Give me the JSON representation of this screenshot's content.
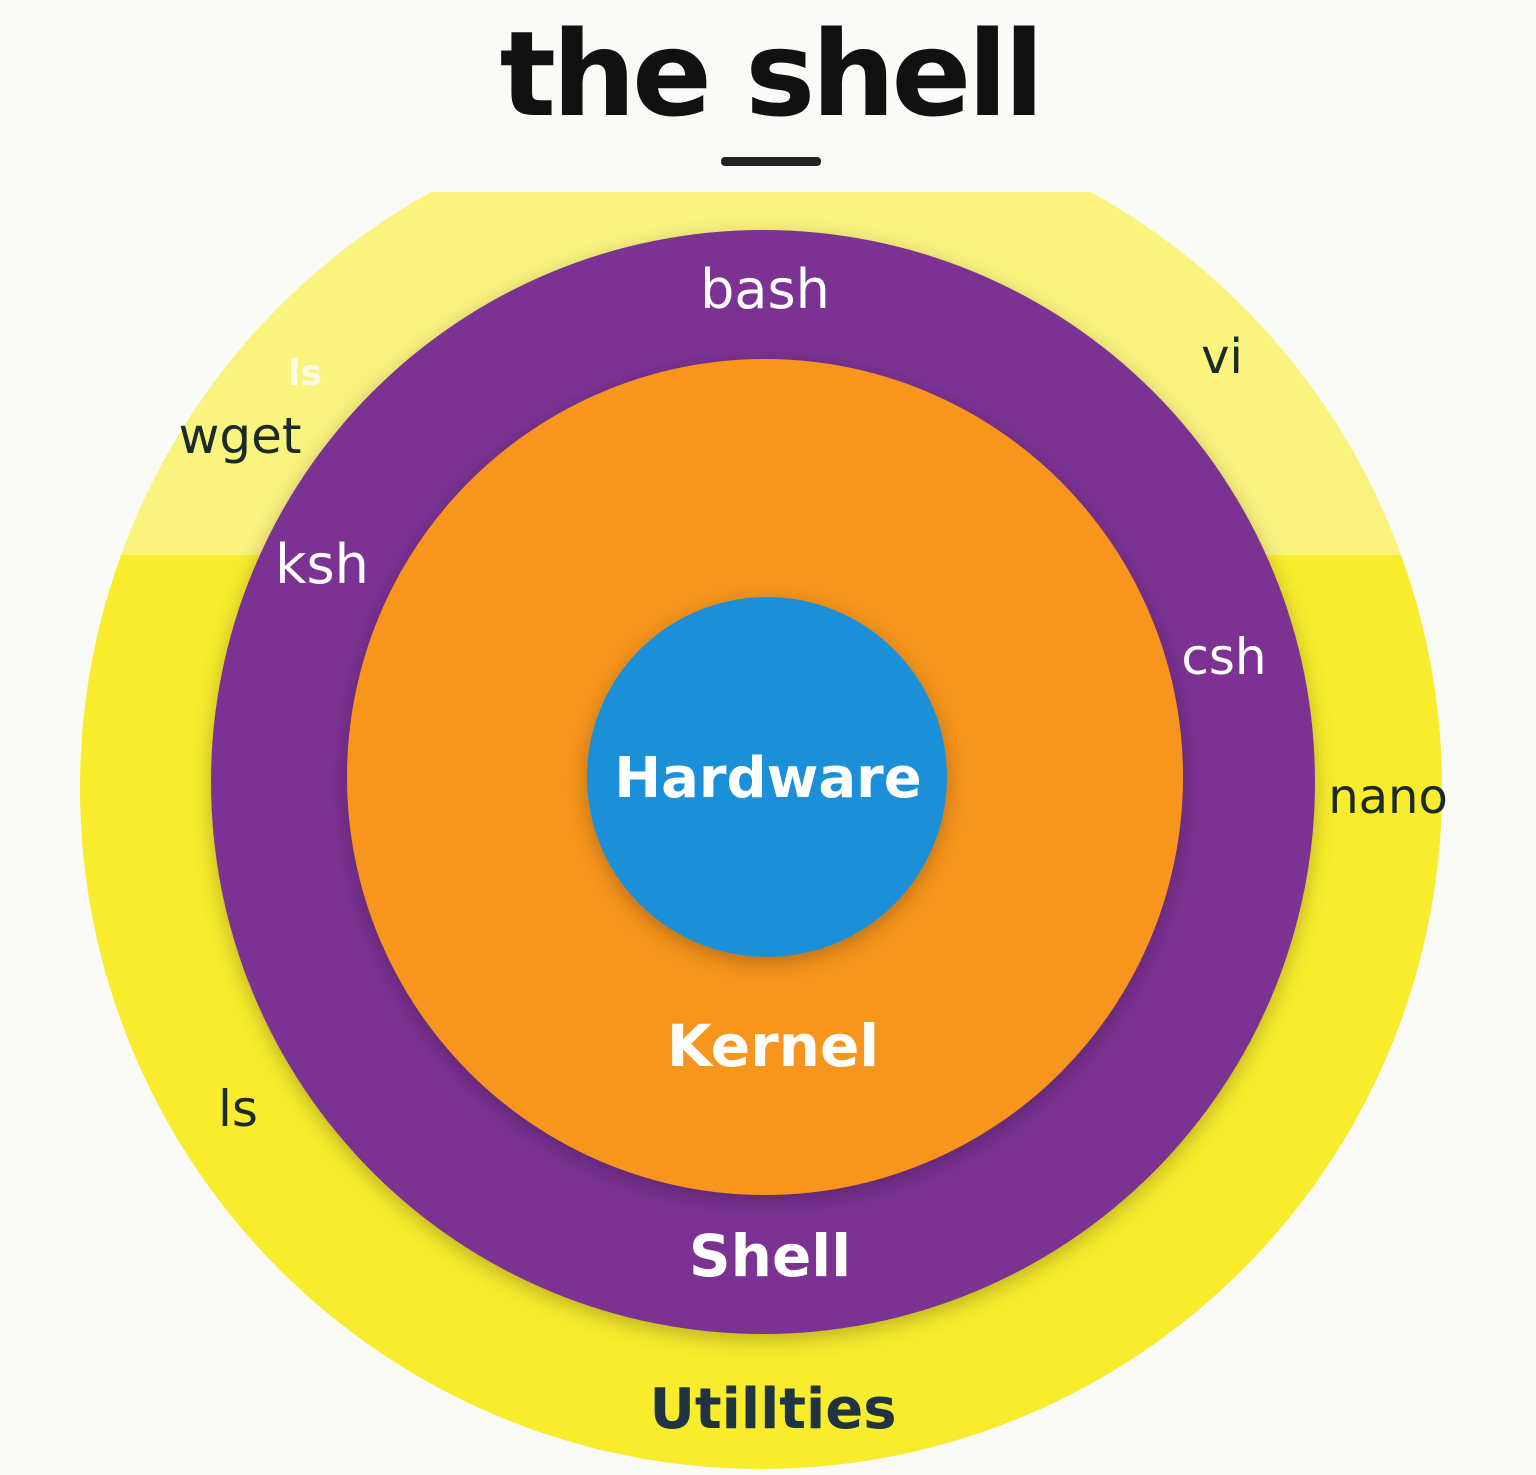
{
  "title": "the shell",
  "layers": {
    "hardware": {
      "label": "Hardware",
      "color": "#1a8fd9"
    },
    "kernel": {
      "label": "Kernel",
      "color": "#f7951f"
    },
    "shell": {
      "label": "Shell",
      "color": "#7b3193"
    },
    "utilities": {
      "label": "Utillties",
      "color": "#f8ec2c",
      "color_upper": "#faf37e"
    }
  },
  "shell_items": [
    "bash",
    "ksh",
    "csh"
  ],
  "utility_items": [
    "ls",
    "wget",
    "vi",
    "nano",
    "ls"
  ]
}
